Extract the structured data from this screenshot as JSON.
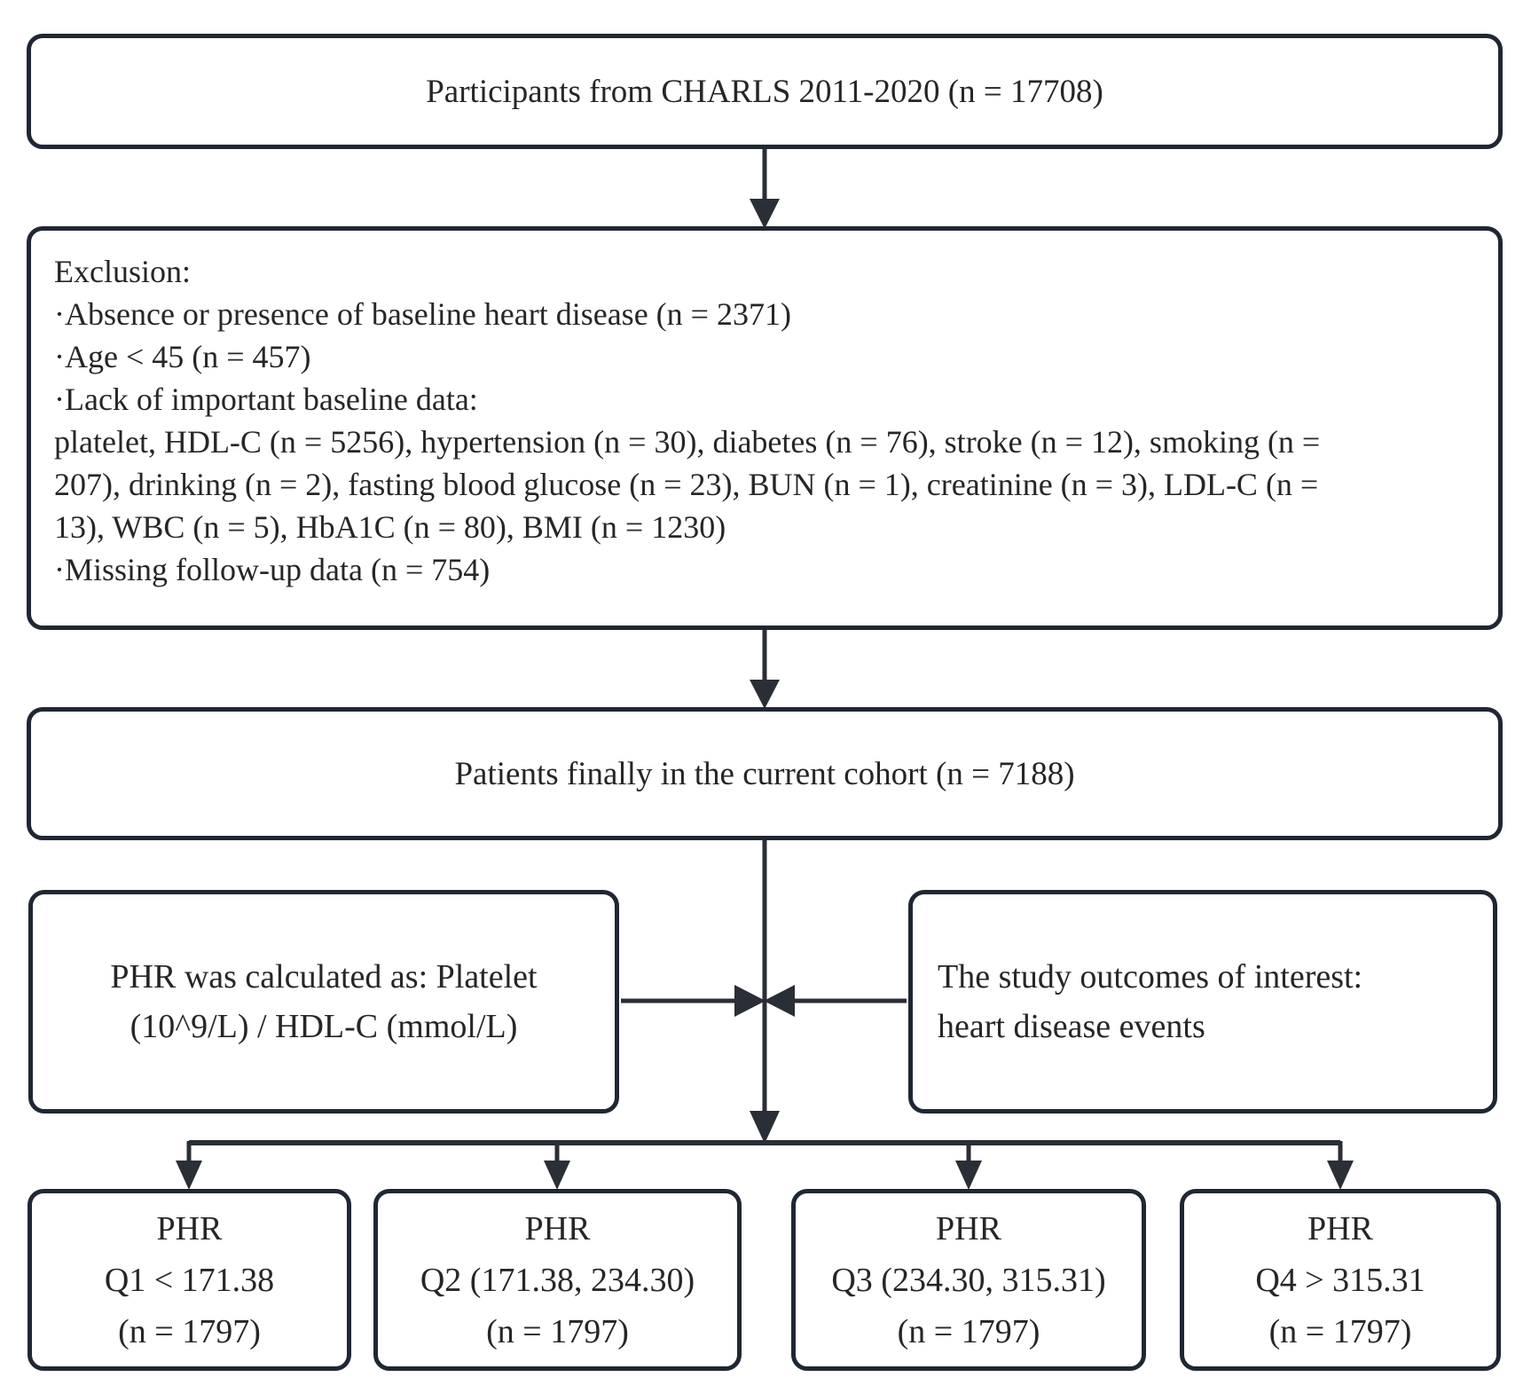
{
  "colors": {
    "border": "#1f2733",
    "line": "#2a2e36",
    "text": "#262626",
    "background": "#ffffff"
  },
  "participants_box": {
    "text": "Participants from CHARLS 2011-2020 (n = 17708)"
  },
  "exclusion_box": {
    "lines": [
      "Exclusion:",
      "·Absence or presence of baseline heart disease (n = 2371)",
      "·Age < 45 (n = 457)",
      "·Lack of important baseline data:",
      "platelet, HDL-C (n = 5256), hypertension (n = 30), diabetes (n = 76), stroke (n = 12), smoking (n =",
      "207), drinking (n = 2), fasting blood glucose (n = 23), BUN (n = 1), creatinine (n = 3), LDL-C (n =",
      "13), WBC (n = 5), HbA1C (n = 80), BMI (n = 1230)",
      "·Missing follow-up data (n = 754)"
    ]
  },
  "cohort_box": {
    "text": "Patients finally in the current cohort (n = 7188)"
  },
  "phr_formula_box": {
    "lines": [
      "PHR was calculated as: Platelet",
      "(10^9/L) / HDL-C (mmol/L)"
    ]
  },
  "outcomes_box": {
    "lines": [
      "The study outcomes of interest:",
      "heart disease events"
    ]
  },
  "quartile_boxes": [
    {
      "lines": [
        "PHR",
        "Q1 < 171.38",
        "(n = 1797)"
      ]
    },
    {
      "lines": [
        "PHR",
        "Q2 (171.38, 234.30)",
        "(n = 1797)"
      ]
    },
    {
      "lines": [
        "PHR",
        "Q3 (234.30, 315.31)",
        "(n = 1797)"
      ]
    },
    {
      "lines": [
        "PHR",
        "Q4 > 315.31",
        "(n = 1797)"
      ]
    }
  ]
}
